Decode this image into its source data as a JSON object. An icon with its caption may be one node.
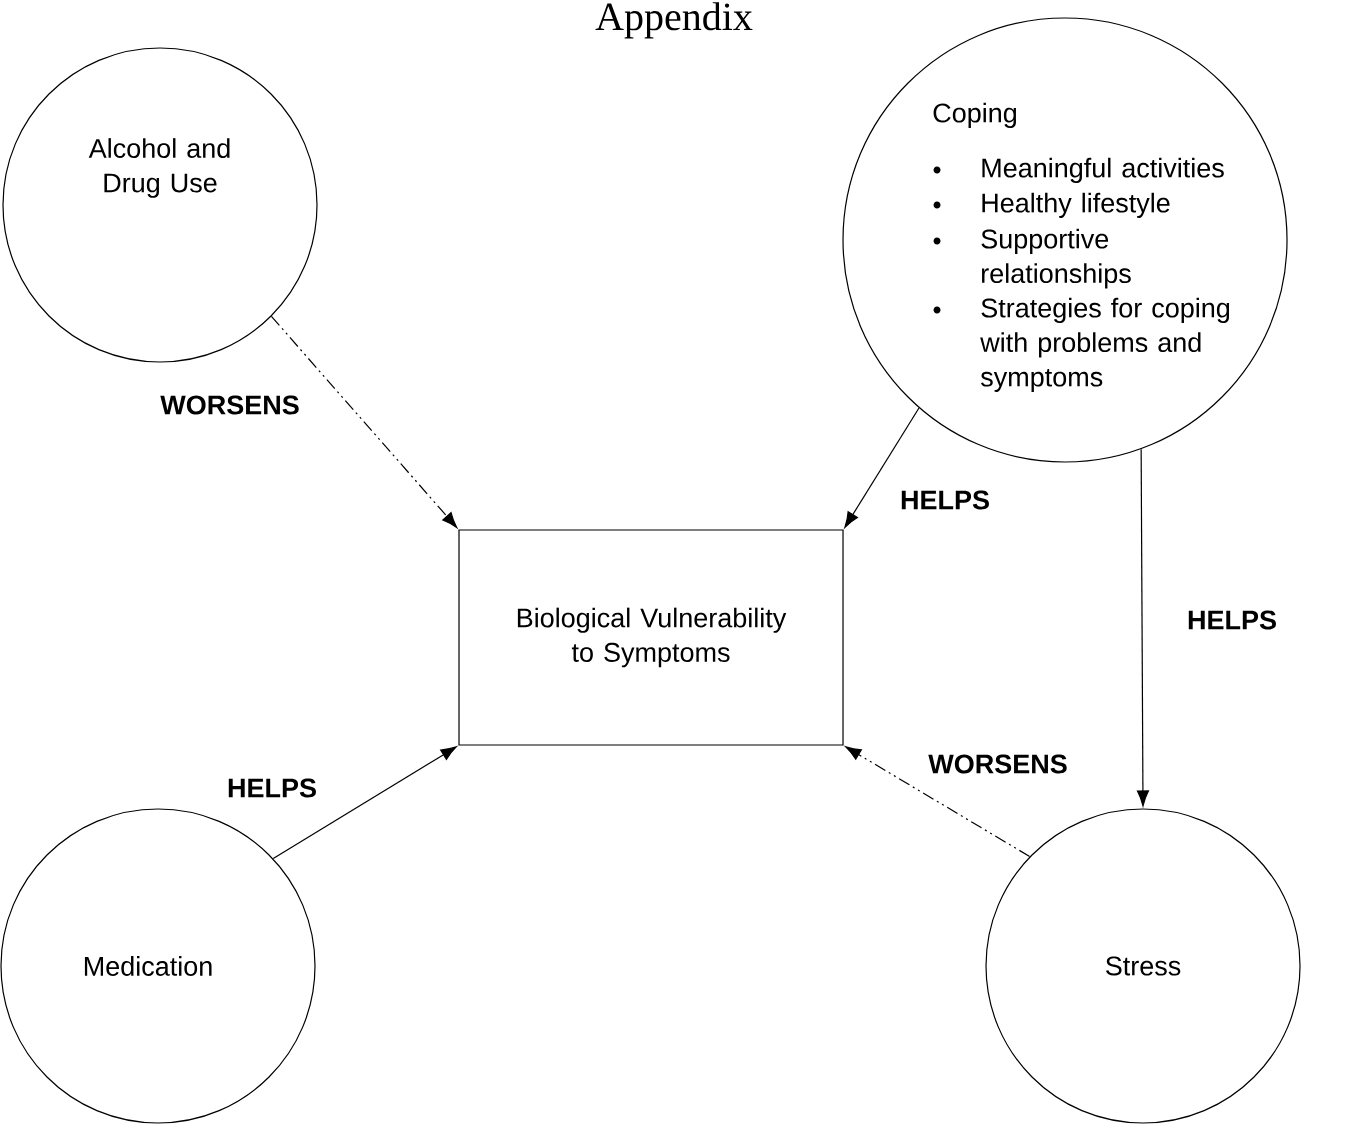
{
  "diagram": {
    "title": "Appendix",
    "nodes": [
      {
        "text": [
          "Alcohol and Drug Use"
        ]
      },
      {
        "text": [
          "Coping",
          "Meaningful activities",
          "Healthy lifestyle",
          "Supportive relationships",
          "Strategies for coping with problems and symptoms"
        ]
      },
      {
        "text": [
          "Biological Vulnerability to Symptoms"
        ]
      },
      {
        "text": [
          "Medication"
        ]
      },
      {
        "text": [
          "Stress"
        ]
      }
    ],
    "edges": [
      {
        "from": 0,
        "to": 2,
        "arrow": "to",
        "label": "WORSENS",
        "style": "dashed"
      },
      {
        "from": 1,
        "to": 2,
        "arrow": "to",
        "label": "HELPS"
      },
      {
        "from": 1,
        "to": 4,
        "arrow": "to",
        "label": "HELPS"
      },
      {
        "from": 3,
        "to": 2,
        "arrow": "to",
        "label": "HELPS"
      },
      {
        "from": 4,
        "to": 2,
        "arrow": "to",
        "label": "WORSENS",
        "style": "dashed"
      }
    ]
  }
}
